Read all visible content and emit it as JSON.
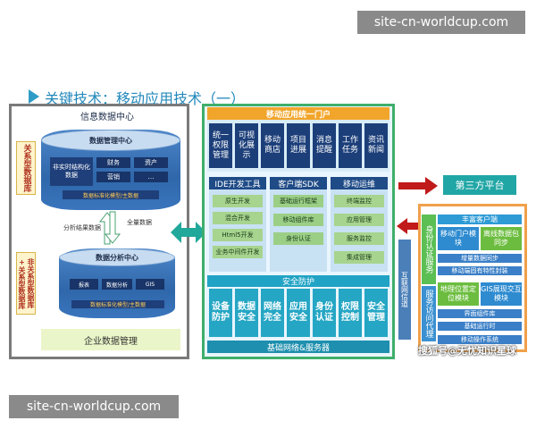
{
  "watermark": {
    "top": "site-cn-worldcup.com",
    "bottom": "site-cn-worldcup.com"
  },
  "title": "关键技术：移动应用技术（一）",
  "left": {
    "info_center": "信息数据中心",
    "data_mgmt_center": "数据管理中心",
    "non_realtime": "非实时结构化数据",
    "finance": "财务",
    "assets": "资产",
    "marketing": "营销",
    "dots": "…",
    "standard_model_top": "数据标准化模型/主数据",
    "relational_db": "关系型数据库",
    "analysis_result": "分析结果数据",
    "full_data": "全量数据",
    "data_analysis_center": "数据分析中心",
    "sub1": "报表",
    "sub2": "数据分析",
    "sub3": "GIS",
    "standard_model_bottom": "数据标准化模型/主数据",
    "nonrel_db": "非关系型数据库+关系型数据库",
    "enterprise_mgmt": "企业数据管理"
  },
  "middle": {
    "portal": "移动应用统一门户",
    "modules": [
      "统一权限管理",
      "可视化展示",
      "移动商店",
      "项目进展",
      "消息提醒",
      "工作任务",
      "资讯新闻"
    ],
    "col_ide": "IDE开发工具",
    "col_sdk": "客户端SDK",
    "col_ops": "移动运维",
    "ide_items": [
      "原生开发",
      "混合开发",
      "Html5开发",
      "业务中间件开发"
    ],
    "sdk_items": [
      "基础运行框架",
      "移动组件库",
      "身份认证"
    ],
    "ops_items": [
      "终端监控",
      "应用管理",
      "服务监控",
      "集成管理"
    ],
    "security": "安全防护",
    "sec_items": [
      "设备防护",
      "数据安全",
      "网络完全",
      "应用安全",
      "身份认证",
      "权限控制",
      "安全管理"
    ],
    "base": "基础网络&服务器"
  },
  "right": {
    "third_party": "第三方平台",
    "net_channel": "互联网信道",
    "rich_client": "丰富客户端",
    "identity_service": "身份认证服务",
    "mobile_portal": "移动门户模块",
    "offline_sync": "离线数据包同步",
    "incremental_sync": "增量数据同步",
    "package": "移动端固有特性封装",
    "service_proxy": "服务访问代理",
    "geo": "地理位置定位模块",
    "gis": "GIS展现交互模块",
    "ui_lib": "界面组件库",
    "runtime": "基础运行时",
    "os": "移动操作系统",
    "sohu": "搜狐号@无忧知识星球"
  }
}
